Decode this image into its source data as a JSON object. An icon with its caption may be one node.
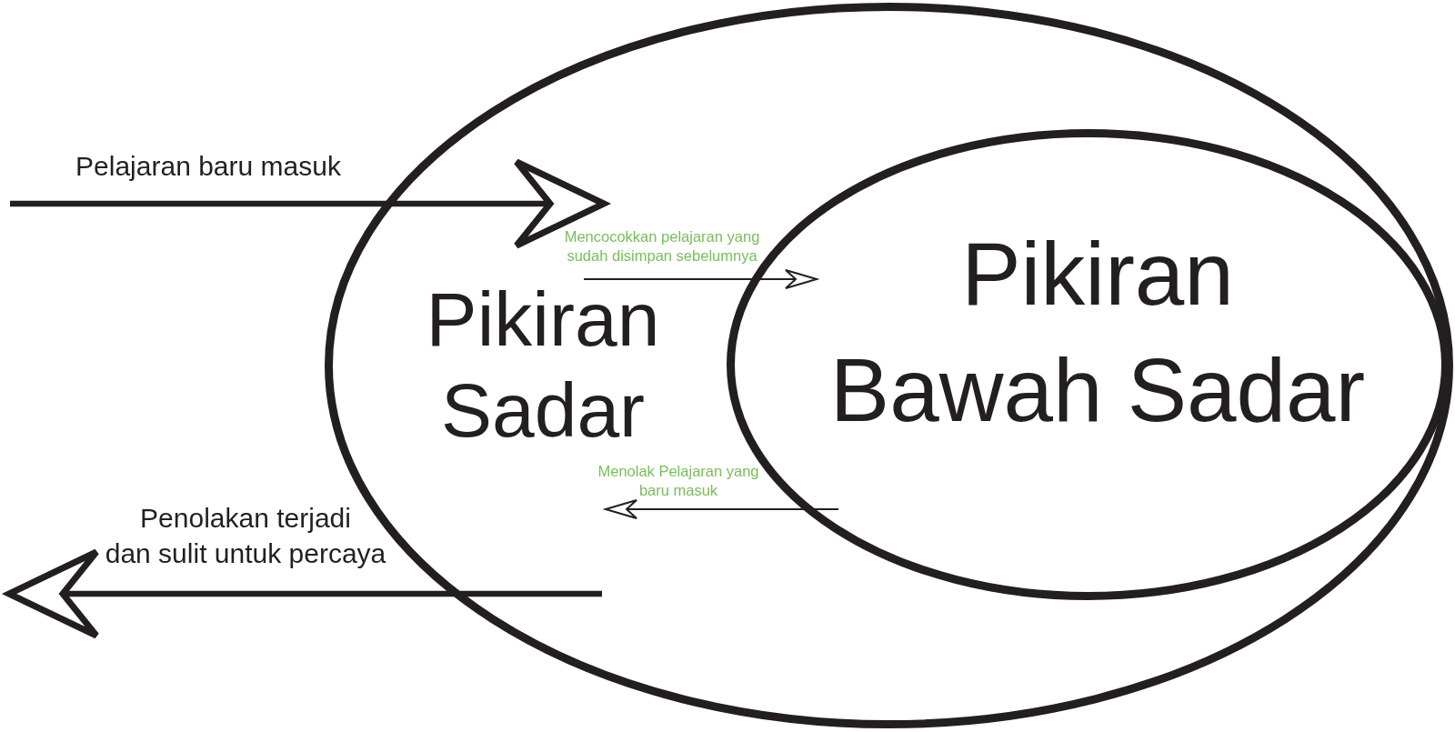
{
  "diagram": {
    "nodes": [
      {
        "text": [
          "Pikiran Sadar"
        ]
      },
      {
        "text": [
          "Pikiran Bawah Sadar"
        ],
        "in": 0
      }
    ],
    "edges": [
      {
        "from": null,
        "to": 0,
        "arrow": "to",
        "label": "Pelajaran baru masuk",
        "style": "thick"
      },
      {
        "from": null,
        "to": 1,
        "arrow": "to",
        "label": "Mencocokkan pelajaran yang sudah disimpan sebelumnya"
      },
      {
        "from": 1,
        "to": null,
        "arrow": "to",
        "label": "Menolak Pelajaran yang baru masuk"
      },
      {
        "from": 0,
        "to": null,
        "arrow": "to",
        "label": "Penolakan terjadi dan sulit untuk percaya",
        "style": "thick"
      }
    ]
  }
}
